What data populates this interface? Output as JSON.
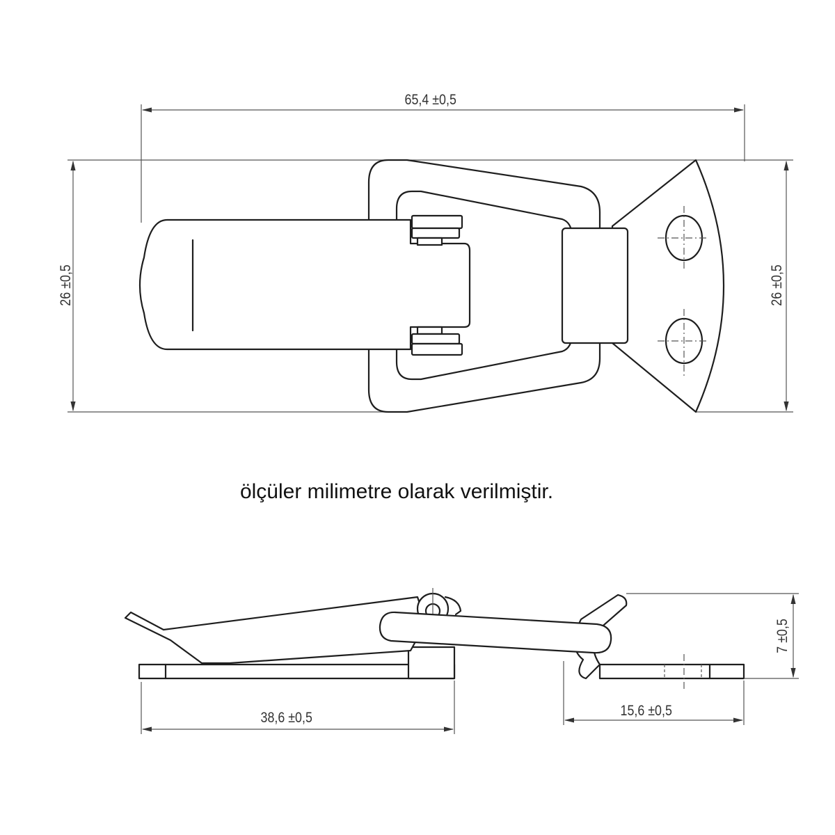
{
  "top_view": {
    "overall_length": "65,4 ±0,5",
    "height_left": "26 ±0,5",
    "height_right": "26 ±0,5"
  },
  "note": "ölçüler milimetre olarak verilmiştir.",
  "side_view": {
    "base_length": "38,6 ±0,5",
    "keeper_length": "15,6 ±0,5",
    "height": "7 ±0,5"
  }
}
